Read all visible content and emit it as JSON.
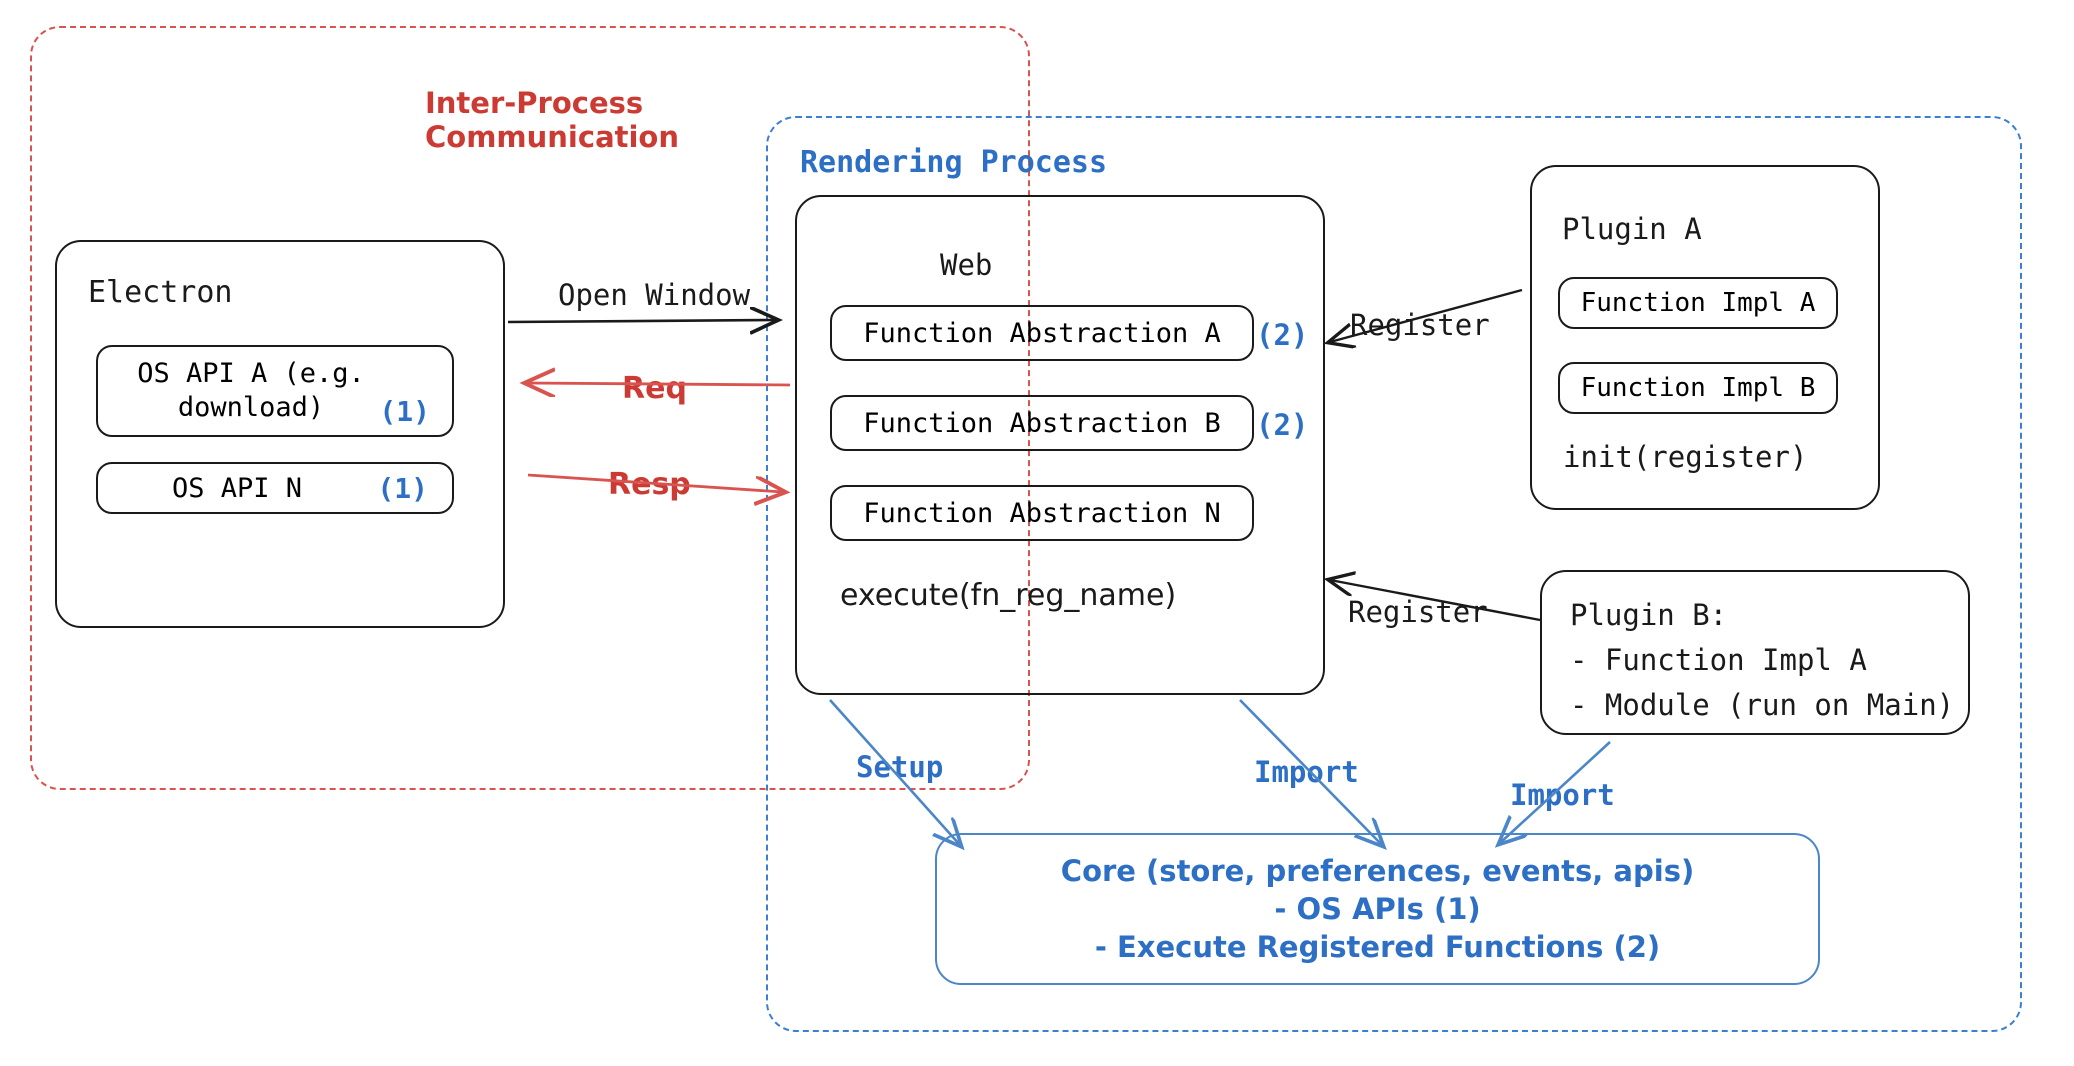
{
  "diagram": {
    "title": "Electron plugin architecture",
    "colors": {
      "red": "#cc3b33",
      "red_dash": "#d9534f",
      "blue": "#2c6fc4",
      "blue_dash": "#3b7fd4",
      "ink": "#1a1a1a"
    },
    "regions": {
      "ipc": {
        "label_line1": "Inter-Process",
        "label_line2": "Communication"
      },
      "rendering": {
        "label": "Rendering Process"
      }
    },
    "electron": {
      "title": "Electron",
      "apis": [
        {
          "name": "OS API A (e.g.\ndownload)",
          "badge": "(1)"
        },
        {
          "name": "OS API N",
          "badge": "(1)"
        }
      ]
    },
    "web": {
      "title": "Web",
      "abstractions": [
        {
          "label": "Function Abstraction A",
          "badge": "(2)"
        },
        {
          "label": "Function Abstraction B",
          "badge": "(2)"
        },
        {
          "label": "Function Abstraction N",
          "badge": ""
        }
      ],
      "execute": "execute(fn_reg_name)"
    },
    "plugin_a": {
      "title": "Plugin A",
      "impls": [
        "Function Impl A",
        "Function Impl B"
      ],
      "init": "init(register)"
    },
    "plugin_b": {
      "title": "Plugin B:",
      "items": [
        "- Function Impl A",
        "- Module (run on Main)"
      ]
    },
    "core": {
      "line1": "Core (store, preferences, events, apis)",
      "line2": "- OS APIs (1)",
      "line3": "- Execute Registered Functions (2)"
    },
    "edges": {
      "open_window": "Open Window",
      "req": "Req",
      "resp": "Resp",
      "register_top": "Register",
      "register_bottom": "Register",
      "setup": "Setup",
      "import_web": "Import",
      "import_plugin_b": "Import"
    }
  }
}
